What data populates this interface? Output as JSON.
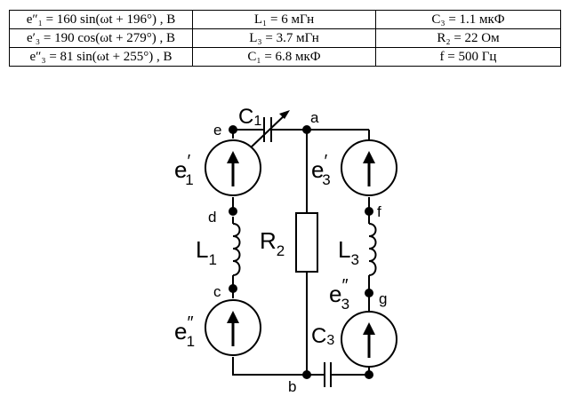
{
  "table": {
    "rows": [
      {
        "col1": "e″₁ = 160 sin(ωt + 196°) , B",
        "col2": "L₁ = 6 мГн",
        "col3": "C₃ = 1.1 мкФ"
      },
      {
        "col1": "e′₃ = 190 cos(ωt + 279°) , B",
        "col2": "L₃ = 3.7 мГн",
        "col3": "R₂ = 22 Ом"
      },
      {
        "col1": "e″₃ = 81 sin(ωt + 255°) , B",
        "col2": "C₁ = 6.8 мкФ",
        "col3": "f = 500 Гц"
      }
    ]
  },
  "circuit": {
    "nodes": {
      "a": "a",
      "b": "b",
      "c": "c",
      "d": "d",
      "e": "e",
      "f": "f",
      "g": "g"
    },
    "sources": {
      "e1p": {
        "main": "e",
        "prime": "′",
        "sub": "1"
      },
      "e1pp": {
        "main": "e",
        "prime": "″",
        "sub": "1"
      },
      "e3p": {
        "main": "e",
        "prime": "′",
        "sub": "3"
      },
      "e3pp": {
        "main": "e",
        "prime": "″",
        "sub": "3"
      }
    },
    "components": {
      "C1": {
        "main": "C",
        "sub": "1"
      },
      "C3": {
        "main": "C",
        "sub": "3"
      },
      "L1": {
        "main": "L",
        "sub": "1"
      },
      "L3": {
        "main": "L",
        "sub": "3"
      },
      "R2": {
        "main": "R",
        "sub": "2"
      }
    }
  }
}
